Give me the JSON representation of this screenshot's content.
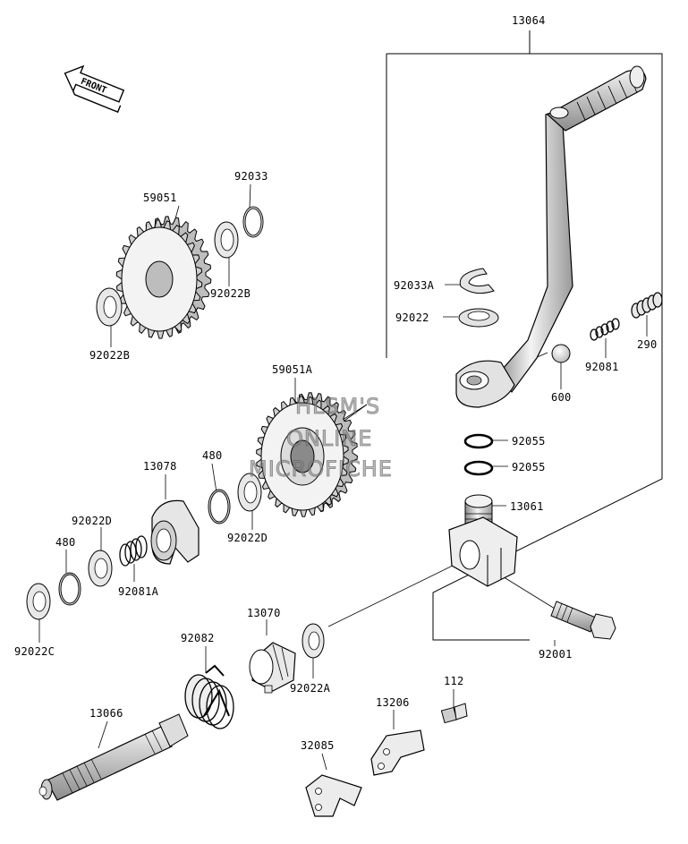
{
  "front_label": "FRONT",
  "watermark": {
    "line1": "HLSM'S",
    "line2": "ONLINE",
    "line3": "MICROFICHE"
  },
  "labels": {
    "p13064": "13064",
    "p59051": "59051",
    "p92033": "92033",
    "p92022B_a": "92022B",
    "p92022B_b": "92022B",
    "p92033A": "92033A",
    "p92022": "92022",
    "p92081": "92081",
    "p290": "290",
    "p600": "600",
    "p59051A": "59051A",
    "p92055_a": "92055",
    "p92055_b": "92055",
    "p13078": "13078",
    "p480_a": "480",
    "p480_b": "480",
    "p92022D_a": "92022D",
    "p92022D_b": "92022D",
    "p13061": "13061",
    "p92081A": "92081A",
    "p92022C": "92022C",
    "p13070": "13070",
    "p92082": "92082",
    "p92022A": "92022A",
    "p92001": "92001",
    "p112": "112",
    "p13206": "13206",
    "p13066": "13066",
    "p32085": "32085"
  }
}
